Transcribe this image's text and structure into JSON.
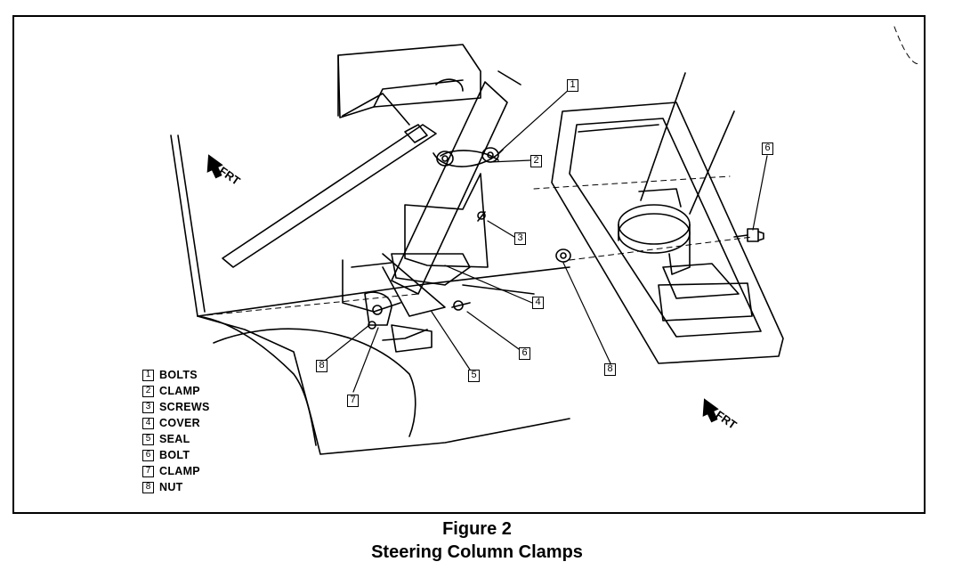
{
  "figure": {
    "number": "Figure 2",
    "title": "Steering Column Clamps"
  },
  "direction_marker": "FRT",
  "callouts": [
    "1",
    "2",
    "3",
    "4",
    "5",
    "6",
    "7",
    "8",
    "6",
    "8"
  ],
  "legend": [
    {
      "num": "1",
      "label": "BOLTS"
    },
    {
      "num": "2",
      "label": "CLAMP"
    },
    {
      "num": "3",
      "label": "SCREWS"
    },
    {
      "num": "4",
      "label": "COVER"
    },
    {
      "num": "5",
      "label": "SEAL"
    },
    {
      "num": "6",
      "label": "BOLT"
    },
    {
      "num": "7",
      "label": "CLAMP"
    },
    {
      "num": "8",
      "label": "NUT"
    }
  ]
}
